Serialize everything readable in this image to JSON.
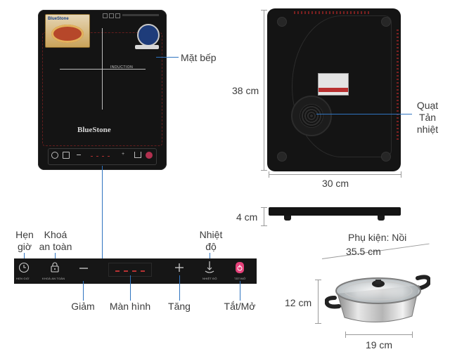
{
  "labels": {
    "mat_bep": "Mặt bếp",
    "height_38": "38 cm",
    "width_30": "30 cm",
    "fan_line1": "Quạt",
    "fan_line2": "Tản",
    "fan_line3": "nhiệt",
    "thickness_4": "4 cm",
    "accessory": "Phụ kiện: Nồi",
    "pot_width": "35.5 cm",
    "pot_height": "12 cm",
    "pot_base": "19 cm"
  },
  "controls": {
    "hen_gio_line1": "Hẹn",
    "hen_gio_line2": "giờ",
    "khoa_line1": "Khoá",
    "khoa_line2": "an toàn",
    "nhiet_line1": "Nhiệt",
    "nhiet_line2": "độ",
    "giam": "Giảm",
    "man_hinh": "Màn hình",
    "tang": "Tăng",
    "tat_mo": "Tắt/Mở"
  },
  "panel_text": {
    "timer": "HẸN GIỜ",
    "lock": "KHOÁ AN TOÀN",
    "temp": "NHIỆT ĐỘ",
    "power": "TẮT/MỞ"
  },
  "brand": {
    "logo": "BlueStone",
    "cross_text": "INDUCTION"
  },
  "colors": {
    "leader_line": "#2f74c0",
    "glass": "#141414",
    "display_red": "#e0393b",
    "power_pink": "#e6417a"
  },
  "icons": [
    "clock-icon",
    "lock-icon",
    "minus-icon",
    "plus-icon",
    "thermometer-icon",
    "power-icon"
  ]
}
